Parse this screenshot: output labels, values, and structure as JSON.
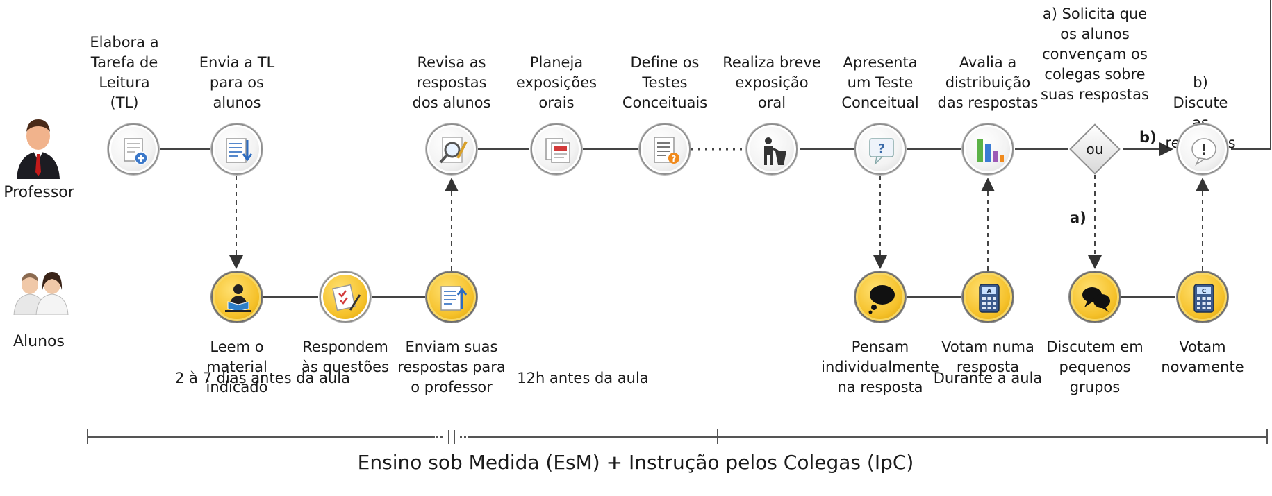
{
  "actors": {
    "professor": "Professor",
    "students": "Alunos"
  },
  "professor_steps": [
    {
      "label": "Elabora a\nTarefa de\nLeitura\n(TL)",
      "icon": "document-add-icon"
    },
    {
      "label": "Envia a TL\npara os\nalunos",
      "icon": "document-send-icon"
    },
    {
      "label": "Revisa as\nrespostas\ndos alunos",
      "icon": "magnifier-review-icon"
    },
    {
      "label": "Planeja\nexposições\norais",
      "icon": "slides-plan-icon"
    },
    {
      "label": "Define os\nTestes\nConceituais",
      "icon": "test-list-icon"
    },
    {
      "label": "Realiza breve\nexposição\noral",
      "icon": "lecturer-podium-icon"
    },
    {
      "label": "Apresenta\num Teste\nConceitual",
      "icon": "question-bubble-icon"
    },
    {
      "label": "Avalia a\ndistribuição\ndas respostas",
      "icon": "bar-chart-icon"
    },
    {
      "label": "a) Solicita que\nos alunos\nconvençam os\ncolegas sobre\nsuas respostas",
      "icon": "decision-diamond"
    },
    {
      "label": "b) Discute as\nrespostas",
      "icon": "exclamation-bubble-icon"
    }
  ],
  "decision_text": "ou",
  "edge_labels": {
    "a": "a)",
    "b": "b)"
  },
  "student_steps": [
    {
      "label": "Leem o\nmaterial\nindicado",
      "icon": "reader-icon"
    },
    {
      "label": "Respondem\nàs questões",
      "icon": "answer-sheet-icon"
    },
    {
      "label": "Enviam suas\nrespostas para\no professor",
      "icon": "document-upload-icon"
    },
    {
      "label": "Pensam\nindividualmente\nna resposta",
      "icon": "thought-bubble-icon"
    },
    {
      "label": "Votam numa\nresposta",
      "icon": "clicker-a-icon"
    },
    {
      "label": "Discutem em\npequenos\ngrupos",
      "icon": "discussion-bubbles-icon"
    },
    {
      "label": "Votam\nnovamente",
      "icon": "clicker-c-icon"
    }
  ],
  "clicker_letters": {
    "first": "A",
    "second": "C"
  },
  "timeline": {
    "phases": [
      "2 à 7 dias antes da aula",
      "12h antes da aula",
      "Durante a aula"
    ]
  },
  "caption": "Ensino sob Medida (EsM) + Instrução pelos Colegas (IpC)",
  "colors": {
    "student_node": "#f5c12a",
    "professor_node": "#f3f3f3",
    "line": "#444444"
  }
}
